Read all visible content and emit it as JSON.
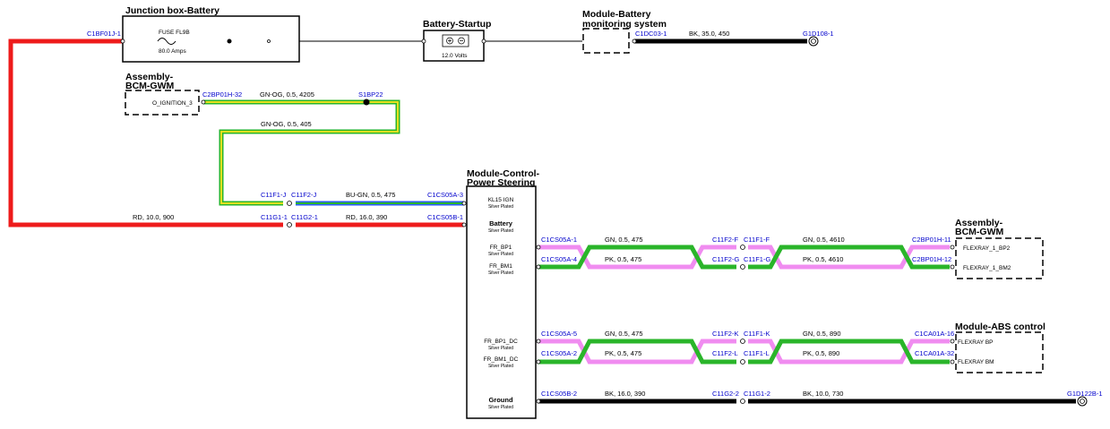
{
  "colors": {
    "red": "#ee1b1b",
    "green": "#2ab52a",
    "yellow_stripe": "#e8e020",
    "blue": "#2a5cff",
    "pink": "#f08cf0",
    "black": "#000000",
    "connector_label": "#0000cc"
  },
  "components": {
    "junction_box": {
      "title": "Junction box-Battery",
      "fuse_label": "FUSE FL9B",
      "fuse_rating": "80.0 Amps"
    },
    "battery": {
      "title": "Battery-Startup",
      "voltage": "12.0 Volts"
    },
    "bms": {
      "title_line1": "Module-Battery",
      "title_line2": "monitoring system"
    },
    "bcm_top": {
      "title_line1": "Assembly-",
      "title_line2": "BCM-GWM",
      "pin": "O_IGNITION_3"
    },
    "steering": {
      "title_line1": "Module-Control-",
      "title_line2": "Power Steering",
      "pins": [
        {
          "name": "KL15 IGN",
          "plating": "Silver Plated"
        },
        {
          "name": "Battery",
          "plating": "Silver Plated"
        },
        {
          "name": "FR_BP1",
          "plating": "Silver Plated"
        },
        {
          "name": "FR_BM1",
          "plating": "Silver Plated"
        },
        {
          "name": "FR_BP1_DC",
          "plating": "Silver Plated"
        },
        {
          "name": "FR_BM1_DC",
          "plating": "Silver Plated"
        },
        {
          "name": "Ground",
          "plating": "Silver Plated"
        }
      ]
    },
    "bcm_right": {
      "title_line1": "Assembly-",
      "title_line2": "BCM-GWM",
      "pin1": "FLEXRAY_1_BP2",
      "pin2": "FLEXRAY_1_BM2"
    },
    "abs": {
      "title": "Module-ABS control",
      "pin1": "FLEXRAY BP",
      "pin2": "FLEXRAY BM"
    }
  },
  "connectors": {
    "c1bf01j1": "C1BF01J-1",
    "c1dc03": "C1DC03-1",
    "g1d108": "G1D108-1",
    "c2bp01h32": "C2BP01H-32",
    "s1bp22": "S1BP22",
    "c11f1j": "C11F1-J",
    "c11f2j": "C11F2-J",
    "c1cs05a3": "C1CS05A-3",
    "c11g11": "C11G1-1",
    "c11g21": "C11G2-1",
    "c1cs05b1": "C1CS05B-1",
    "c1cs05a1": "C1CS05A-1",
    "c1cs05a4": "C1CS05A-4",
    "c11f2f": "C11F2-F",
    "c11f1f": "C11F1-F",
    "c11f2g": "C11F2-G",
    "c11f1g": "C11F1-G",
    "c2bp01h11": "C2BP01H-11",
    "c2bp01h12": "C2BP01H-12",
    "c1cs05a5": "C1CS05A-5",
    "c1cs05a2": "C1CS05A-2",
    "c11f2k": "C11F2-K",
    "c11f1k": "C11F1-K",
    "c11f2l": "C11F2-L",
    "c11f1l": "C11F1-L",
    "c1ca01a16": "C1CA01A-16",
    "c1ca01a32": "C1CA01A-32",
    "c1cs05b2": "C1CS05B-2",
    "c11g22": "C11G2-2",
    "c11g12": "C11G1-2",
    "g1d122b": "G1D122B-1"
  },
  "wires": {
    "bk_35": "BK,  35.0,  450",
    "gnog_4205": "GN-OG,  0.5,  4205",
    "gnog_405": "GN-OG,  0.5,  405",
    "bugn_475": "BU-GN,  0.5,  475",
    "rd_10": "RD,  10.0,  900",
    "rd_16": "RD,  16.0,  390",
    "gn_475_a": "GN,  0.5,  475",
    "pk_475_a": "PK,  0.5,  475",
    "gn_4610": "GN,  0.5,  4610",
    "pk_4610": "PK,  0.5,  4610",
    "gn_475_b": "GN,  0.5,  475",
    "pk_475_b": "PK,  0.5,  475",
    "gn_890": "GN,  0.5,  890",
    "pk_890": "PK,  0.5,  890",
    "bk_16": "BK,  16.0,  390",
    "bk_10": "BK,  10.0,  730"
  }
}
